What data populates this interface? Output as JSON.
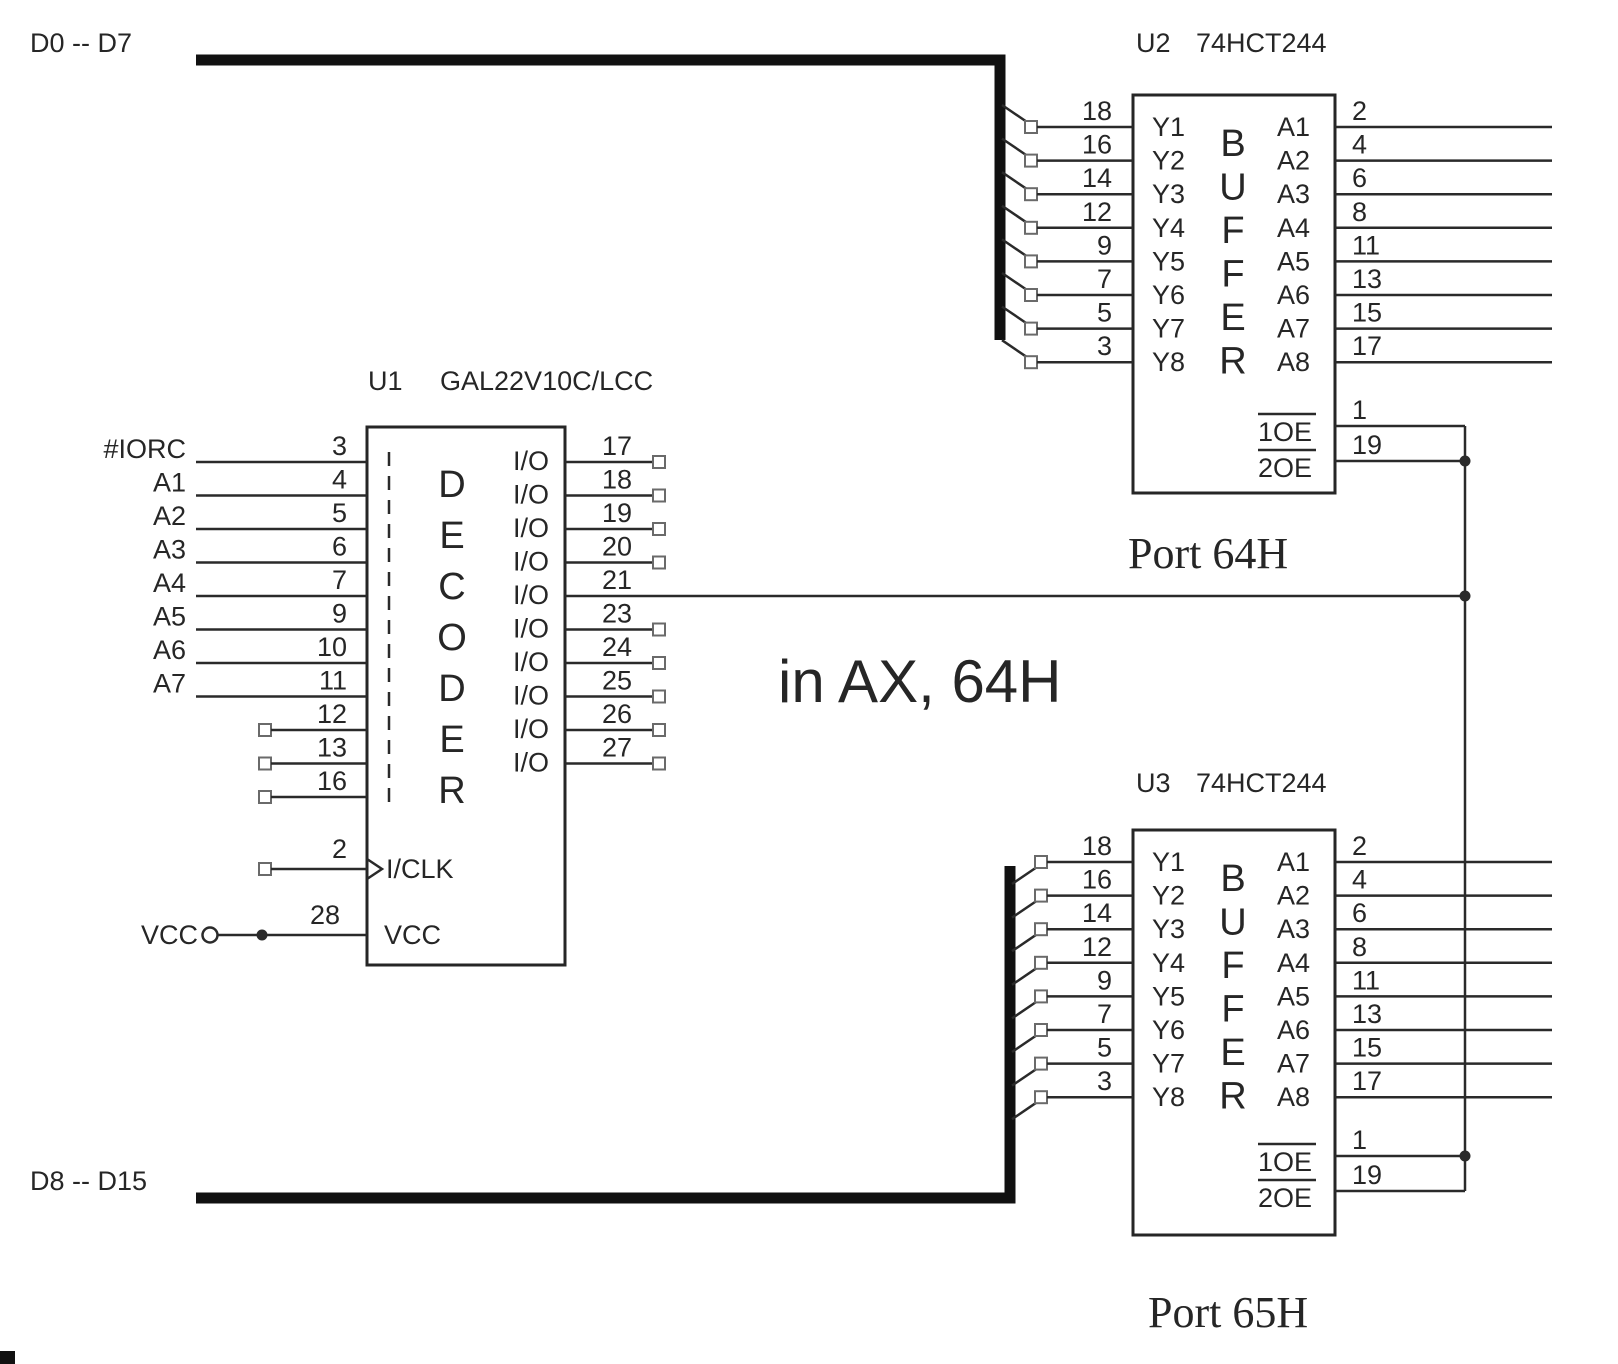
{
  "colors": {
    "wire": "#2a2a2a",
    "chip_text": "#8a6a15",
    "port_label": "#7030A0",
    "instruction_text": "#2133cc"
  },
  "buses": {
    "top": {
      "label": "D0 -- D7"
    },
    "bottom": {
      "label": "D8 -- D15"
    }
  },
  "u1": {
    "ref": "U1",
    "part": "GAL22V10C/LCC",
    "function_label": "DECODER",
    "left_pins": [
      {
        "pin": "3",
        "label": "#IORC"
      },
      {
        "pin": "4",
        "label": "A1"
      },
      {
        "pin": "5",
        "label": "A2"
      },
      {
        "pin": "6",
        "label": "A3"
      },
      {
        "pin": "7",
        "label": "A4"
      },
      {
        "pin": "9",
        "label": "A5"
      },
      {
        "pin": "10",
        "label": "A6"
      },
      {
        "pin": "11",
        "label": "A7"
      }
    ],
    "nc_pins": [
      {
        "pin": "12"
      },
      {
        "pin": "13"
      },
      {
        "pin": "16"
      }
    ],
    "clk_pin": {
      "pin": "2",
      "label": "I/CLK"
    },
    "vcc_pin": {
      "pin": "28",
      "label": "VCC",
      "net": "VCC"
    },
    "io_label": "I/O",
    "io_pins": [
      {
        "pin": "17"
      },
      {
        "pin": "18"
      },
      {
        "pin": "19"
      },
      {
        "pin": "20"
      },
      {
        "pin": "21",
        "connected": true
      },
      {
        "pin": "23"
      },
      {
        "pin": "24"
      },
      {
        "pin": "25"
      },
      {
        "pin": "26"
      },
      {
        "pin": "27"
      }
    ]
  },
  "u2": {
    "ref": "U2",
    "part": "74HCT244",
    "function_label": "BUFFER",
    "inputs": [
      {
        "pin": "18",
        "label": "Y1"
      },
      {
        "pin": "16",
        "label": "Y2"
      },
      {
        "pin": "14",
        "label": "Y3"
      },
      {
        "pin": "12",
        "label": "Y4"
      },
      {
        "pin": "9",
        "label": "Y5"
      },
      {
        "pin": "7",
        "label": "Y6"
      },
      {
        "pin": "5",
        "label": "Y7"
      },
      {
        "pin": "3",
        "label": "Y8"
      }
    ],
    "outputs": [
      {
        "pin": "2",
        "label": "A1"
      },
      {
        "pin": "4",
        "label": "A2"
      },
      {
        "pin": "6",
        "label": "A3"
      },
      {
        "pin": "8",
        "label": "A4"
      },
      {
        "pin": "11",
        "label": "A5"
      },
      {
        "pin": "13",
        "label": "A6"
      },
      {
        "pin": "15",
        "label": "A7"
      },
      {
        "pin": "17",
        "label": "A8"
      }
    ],
    "oe": [
      {
        "pin": "1",
        "label": "1OE"
      },
      {
        "pin": "19",
        "label": "2OE"
      }
    ]
  },
  "u3": {
    "ref": "U3",
    "part": "74HCT244",
    "function_label": "BUFFER",
    "inputs": [
      {
        "pin": "18",
        "label": "Y1"
      },
      {
        "pin": "16",
        "label": "Y2"
      },
      {
        "pin": "14",
        "label": "Y3"
      },
      {
        "pin": "12",
        "label": "Y4"
      },
      {
        "pin": "9",
        "label": "Y5"
      },
      {
        "pin": "7",
        "label": "Y6"
      },
      {
        "pin": "5",
        "label": "Y7"
      },
      {
        "pin": "3",
        "label": "Y8"
      }
    ],
    "outputs": [
      {
        "pin": "2",
        "label": "A1"
      },
      {
        "pin": "4",
        "label": "A2"
      },
      {
        "pin": "6",
        "label": "A3"
      },
      {
        "pin": "8",
        "label": "A4"
      },
      {
        "pin": "11",
        "label": "A5"
      },
      {
        "pin": "13",
        "label": "A6"
      },
      {
        "pin": "15",
        "label": "A7"
      },
      {
        "pin": "17",
        "label": "A8"
      }
    ],
    "oe": [
      {
        "pin": "1",
        "label": "1OE"
      },
      {
        "pin": "19",
        "label": "2OE"
      }
    ]
  },
  "annotations": {
    "port_top": "Port 64H",
    "port_bottom": "Port 65H",
    "instruction": "in  AX, 64H"
  }
}
